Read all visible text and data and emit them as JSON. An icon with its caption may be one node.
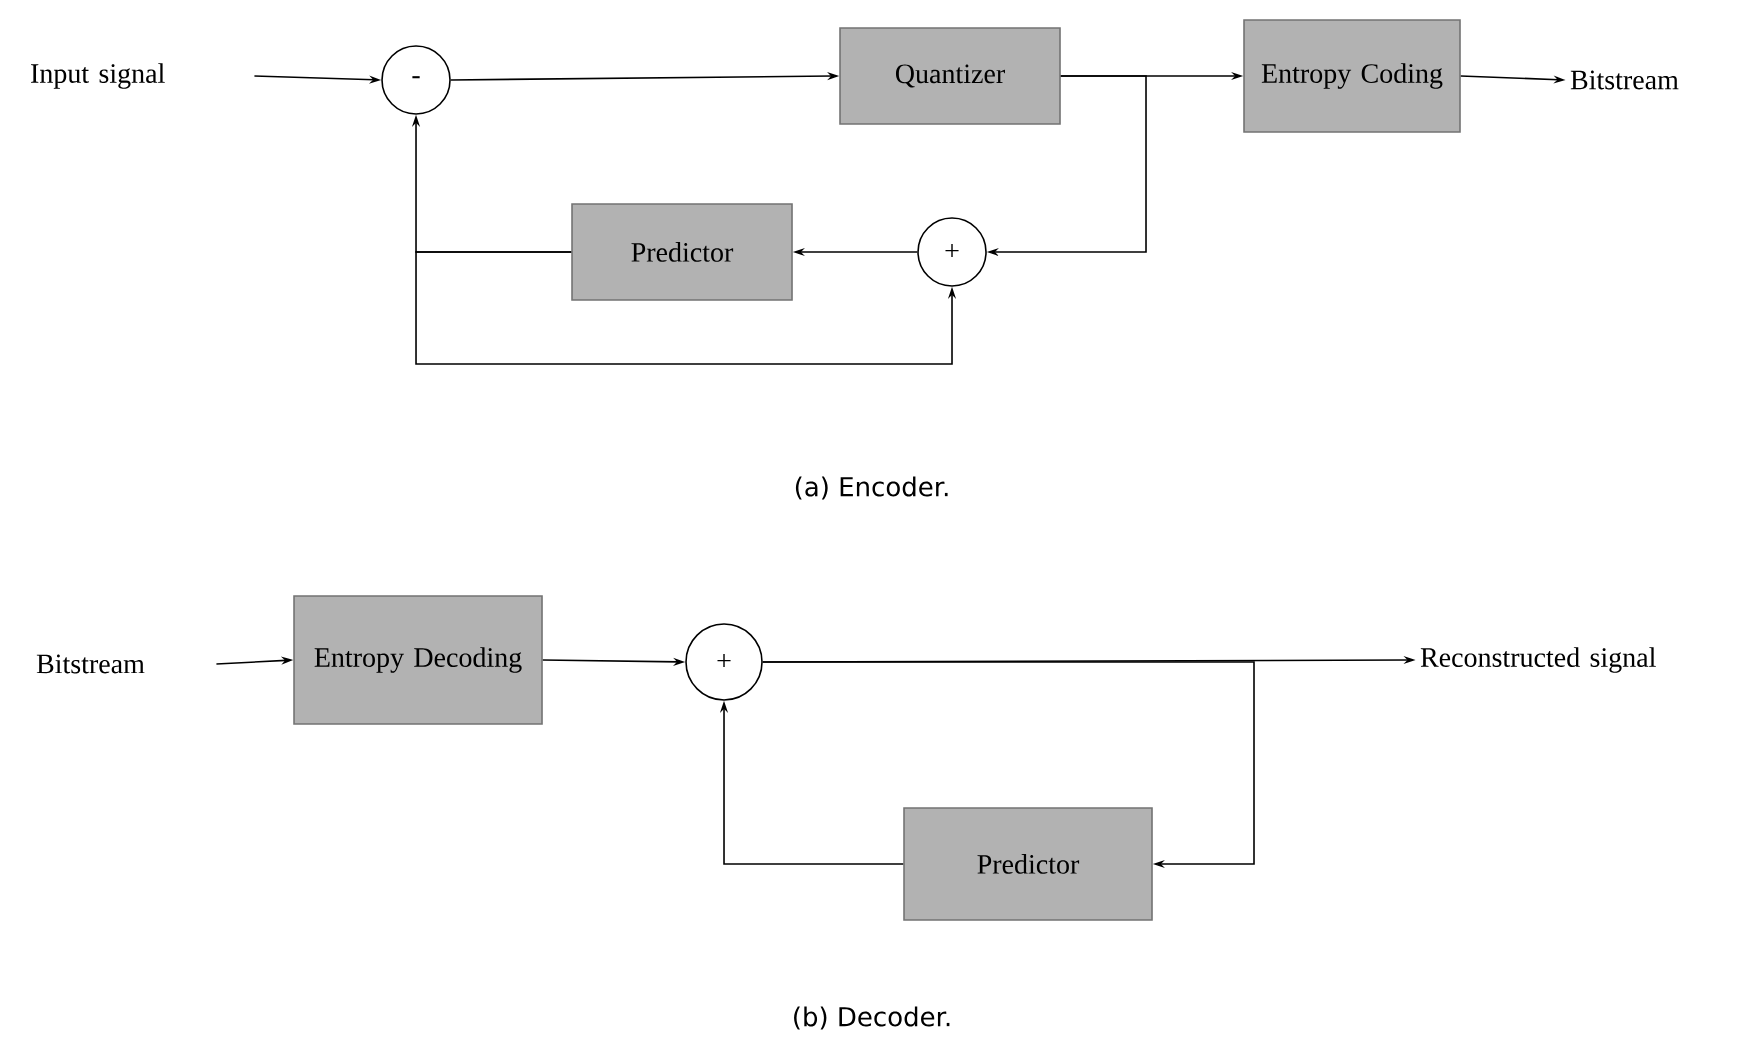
{
  "diagram": {
    "nodes": [
      {
        "text": [
          "Input signal"
        ]
      },
      {
        "text": [
          "-"
        ]
      },
      {
        "text": [
          "Quantizer"
        ]
      },
      {
        "text": [
          "Entropy Coding"
        ]
      },
      {
        "text": [
          "Bitstream"
        ]
      },
      {
        "text": [
          "Predictor"
        ]
      },
      {
        "text": [
          "+"
        ]
      },
      {
        "text": [
          "Bitstream"
        ]
      },
      {
        "text": [
          "Entropy Decoding"
        ]
      },
      {
        "text": [
          "+"
        ]
      },
      {
        "text": [
          "Reconstructed signal"
        ]
      },
      {
        "text": [
          "Predictor"
        ]
      }
    ],
    "edges": [
      {
        "from": 0,
        "to": 1,
        "arrow": "to"
      },
      {
        "from": 1,
        "to": 2,
        "arrow": "to"
      },
      {
        "from": 2,
        "to": 3,
        "arrow": "to"
      },
      {
        "from": 3,
        "to": 4,
        "arrow": "to"
      },
      {
        "from": 2,
        "to": 6,
        "arrow": "to"
      },
      {
        "from": 6,
        "to": 5,
        "arrow": "to"
      },
      {
        "from": 5,
        "to": 1,
        "arrow": "to"
      },
      {
        "from": 5,
        "to": 6,
        "arrow": "to"
      },
      {
        "from": 7,
        "to": 8,
        "arrow": "to"
      },
      {
        "from": 8,
        "to": 9,
        "arrow": "to"
      },
      {
        "from": 9,
        "to": 10,
        "arrow": "to"
      },
      {
        "from": 9,
        "to": 11,
        "arrow": "to"
      },
      {
        "from": 11,
        "to": 9,
        "arrow": "to"
      }
    ],
    "labels": [
      "(a) Encoder.",
      "(b) Decoder."
    ]
  }
}
